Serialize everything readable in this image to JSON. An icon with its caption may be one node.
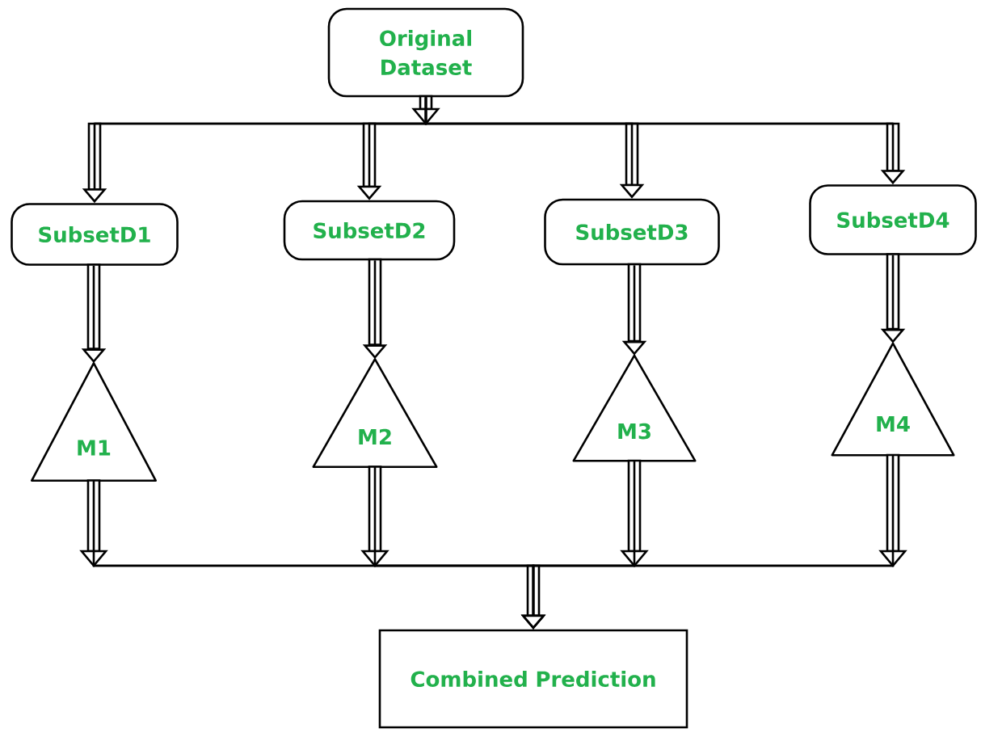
{
  "diagram": {
    "nodes": [
      {
        "text": [
          "Original Dataset"
        ]
      },
      {
        "text": [
          "SubsetD1"
        ]
      },
      {
        "text": [
          "SubsetD2"
        ]
      },
      {
        "text": [
          "SubsetD3"
        ]
      },
      {
        "text": [
          "SubsetD4"
        ]
      },
      {
        "text": [
          "M1"
        ]
      },
      {
        "text": [
          "M2"
        ]
      },
      {
        "text": [
          "M3"
        ]
      },
      {
        "text": [
          "M4"
        ]
      },
      {
        "text": [
          "Combined Prediction"
        ]
      }
    ],
    "edges": [
      {
        "from": 0,
        "to": 1,
        "arrow": "to"
      },
      {
        "from": 0,
        "to": 2,
        "arrow": "to"
      },
      {
        "from": 0,
        "to": 3,
        "arrow": "to"
      },
      {
        "from": 0,
        "to": 4,
        "arrow": "to"
      },
      {
        "from": 1,
        "to": 5,
        "arrow": "to"
      },
      {
        "from": 2,
        "to": 6,
        "arrow": "to"
      },
      {
        "from": 3,
        "to": 7,
        "arrow": "to"
      },
      {
        "from": 4,
        "to": 8,
        "arrow": "to"
      },
      {
        "from": 5,
        "to": 9,
        "arrow": "to"
      },
      {
        "from": 6,
        "to": 9,
        "arrow": "to"
      },
      {
        "from": 7,
        "to": 9,
        "arrow": "to"
      },
      {
        "from": 8,
        "to": 9,
        "arrow": "to"
      }
    ]
  }
}
